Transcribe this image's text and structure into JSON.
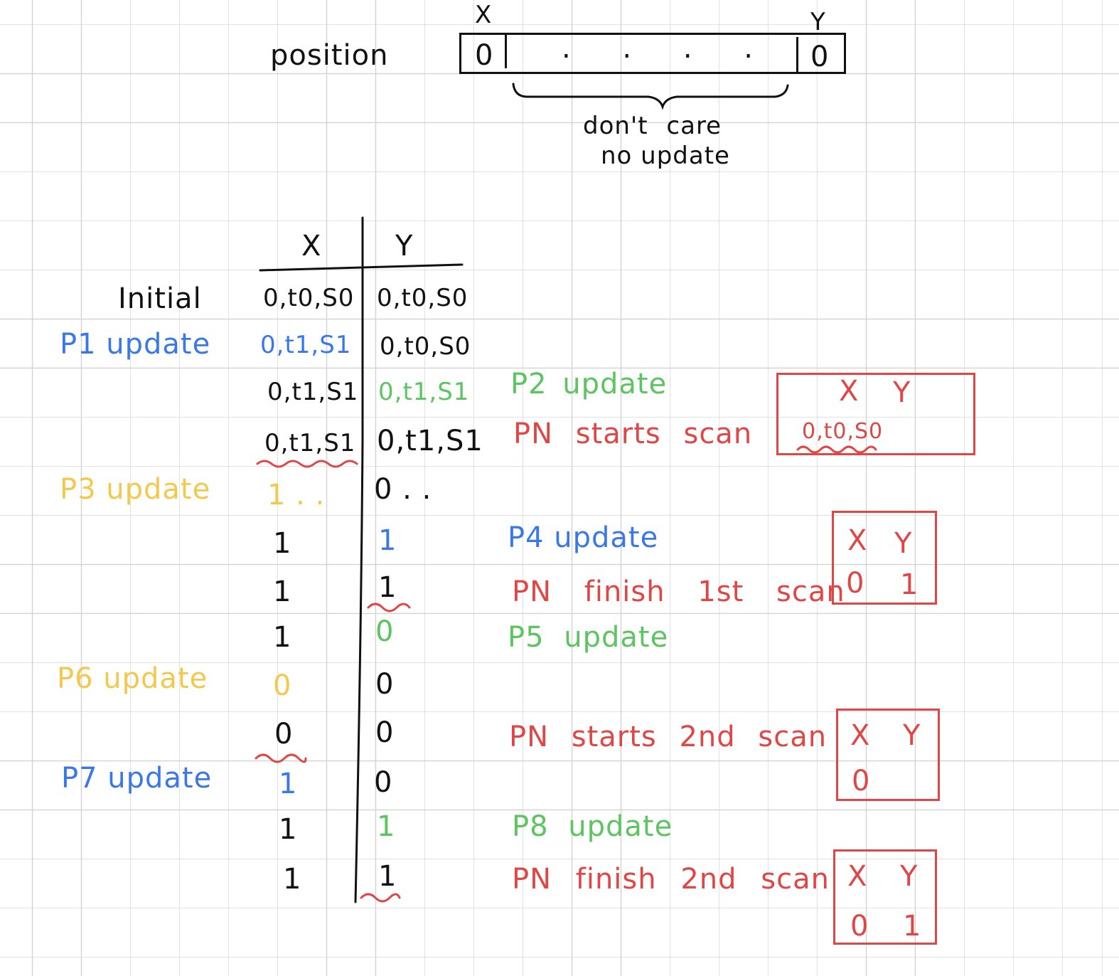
{
  "top": {
    "label": "position",
    "x_label": "X",
    "y_label": "Y",
    "first_cell": "0",
    "last_cell": "0",
    "dots": ". . . .",
    "brace_text_1": "don't care",
    "brace_text_2": "no update"
  },
  "table": {
    "header_x": "X",
    "header_y": "Y",
    "rows": [
      {
        "left": "Initial",
        "x": "0,t0,S0",
        "y": "0,t0,S0",
        "right": ""
      },
      {
        "left": "P1 update",
        "x": "0,t1,S1",
        "y": "0,t0,S0",
        "right": ""
      },
      {
        "left": "",
        "x": "0,t1,S1",
        "y": "0,t1,S1",
        "right": "P2 update"
      },
      {
        "left": "",
        "x": "0,t1,S1",
        "y": "0,t1,S1",
        "right": "PN starts scan"
      },
      {
        "left": "P3 update",
        "x": "1 . .",
        "y": "0 . .",
        "right": ""
      },
      {
        "left": "",
        "x": "1",
        "y": "1",
        "right": "P4 update"
      },
      {
        "left": "",
        "x": "1",
        "y": "1",
        "right": "PN finish 1st scan"
      },
      {
        "left": "",
        "x": "1",
        "y": "0",
        "right": "P5 update"
      },
      {
        "left": "P6 update",
        "x": "0",
        "y": "0",
        "right": ""
      },
      {
        "left": "",
        "x": "0",
        "y": "0",
        "right": "PN starts 2nd scan"
      },
      {
        "left": "P7 update",
        "x": "1",
        "y": "0",
        "right": ""
      },
      {
        "left": "",
        "x": "1",
        "y": "1",
        "right": "P8 update"
      },
      {
        "left": "",
        "x": "1",
        "y": "1",
        "right": "PN finish 2nd scan"
      }
    ]
  },
  "snapshots": [
    {
      "x": "X",
      "y": "Y",
      "x_val": "0,t0,S0",
      "y_val": ""
    },
    {
      "x": "X",
      "y": "Y",
      "x_val": "0",
      "y_val": "1"
    },
    {
      "x": "X",
      "y": "Y",
      "x_val": "0",
      "y_val": ""
    },
    {
      "x": "X",
      "y": "Y",
      "x_val": "0",
      "y_val": "1"
    }
  ],
  "colors": {
    "black": "#111111",
    "blue": "#3b78e7",
    "green": "#5cc561",
    "yellow": "#f2c94c",
    "red": "#e04646"
  }
}
